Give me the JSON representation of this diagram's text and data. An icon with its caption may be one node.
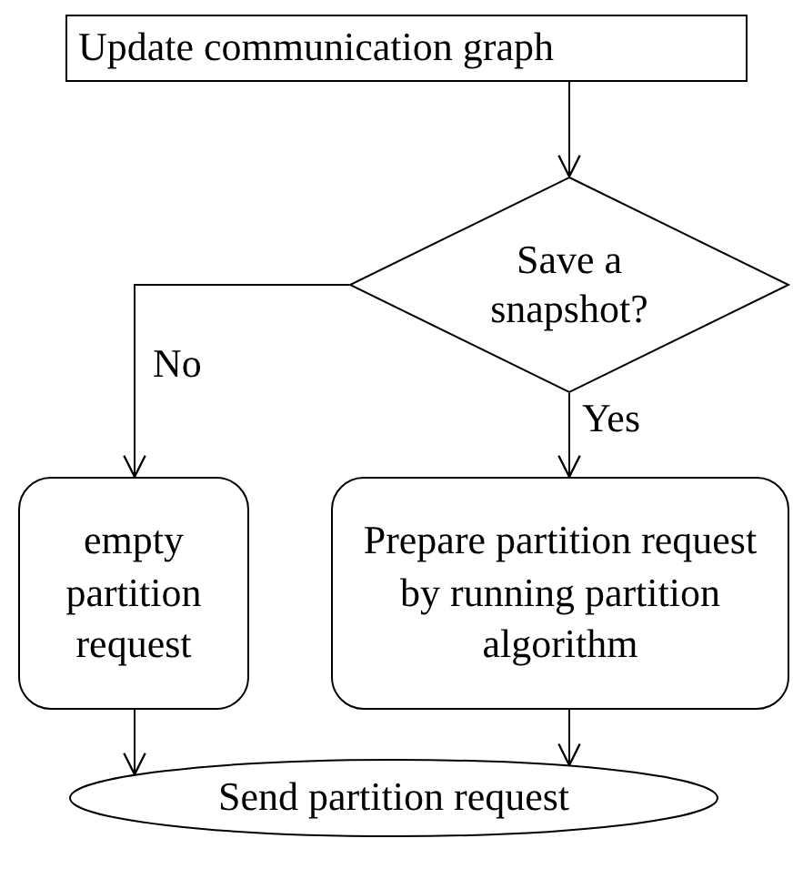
{
  "diagram": {
    "nodes": [
      {
        "text": [
          "Update communication graph"
        ]
      },
      {
        "text": [
          "Save a snapshot?"
        ]
      },
      {
        "text": [
          "empty partition request"
        ]
      },
      {
        "text": [
          "Prepare partition request by running partition algorithm"
        ]
      },
      {
        "text": [
          "Send partition request"
        ]
      }
    ],
    "edges": [
      {
        "from": 0,
        "to": 1,
        "arrow": "to"
      },
      {
        "from": 1,
        "to": 2,
        "arrow": "to",
        "label": "No"
      },
      {
        "from": 1,
        "to": 3,
        "arrow": "to",
        "label": "Yes"
      },
      {
        "from": 2,
        "to": 4,
        "arrow": "to"
      },
      {
        "from": 3,
        "to": 4,
        "arrow": "to"
      }
    ]
  }
}
